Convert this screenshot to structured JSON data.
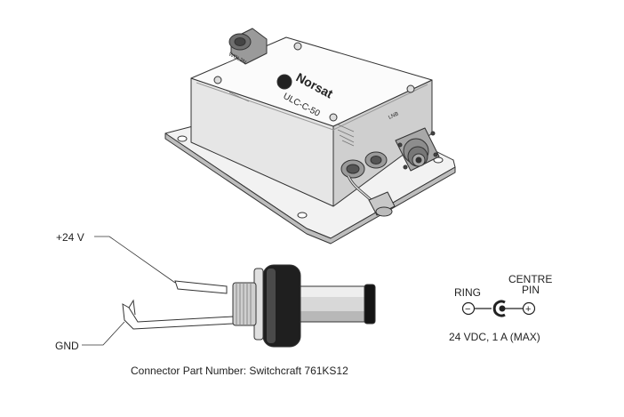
{
  "device": {
    "brand_name": "Norsat",
    "model_text": "ULC-C-50",
    "top_label_left": "WOL2N",
    "top_label_right": "LNB"
  },
  "wiring": {
    "positive_label": "+24 V",
    "ground_label": "GND"
  },
  "polarity": {
    "ring_label": "RING",
    "centre_label_line1": "CENTRE",
    "centre_label_line2": "PIN",
    "minus_symbol": "−",
    "plus_symbol": "+",
    "rating": "24 VDC, 1 A (MAX)"
  },
  "connector_caption": "Connector Part Number: Switchcraft 761KS12"
}
